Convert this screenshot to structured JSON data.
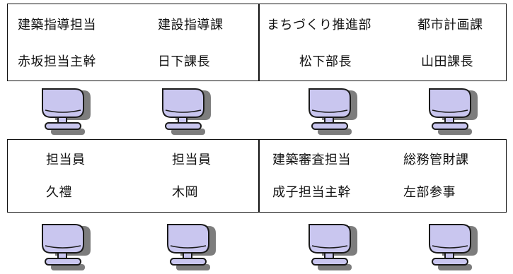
{
  "colors": {
    "monitor_fill": "#c9c6ef",
    "monitor_stroke": "#1a1a1a",
    "shadow": "#7d7d7d",
    "border": "#111111"
  },
  "icon": "computer-terminal-icon",
  "top_left": {
    "r1c1": "建築指導担当",
    "r1c2": "建設指導課",
    "r2c1": "赤坂担当主幹",
    "r2c2": "日下課長"
  },
  "top_right": {
    "r1c1": "まちづくり推進部",
    "r1c2": "都市計画課",
    "r2c1": "松下部長",
    "r2c2": "山田課長"
  },
  "bottom_left": {
    "r1c1": "担当員",
    "r1c2": "担当員",
    "r2c1": "久禮",
    "r2c2": "木岡"
  },
  "bottom_right": {
    "r1c1": "建築審査担当",
    "r1c2": "総務管財課",
    "r2c1": "成子担当主幹",
    "r2c2": "左部参事"
  }
}
